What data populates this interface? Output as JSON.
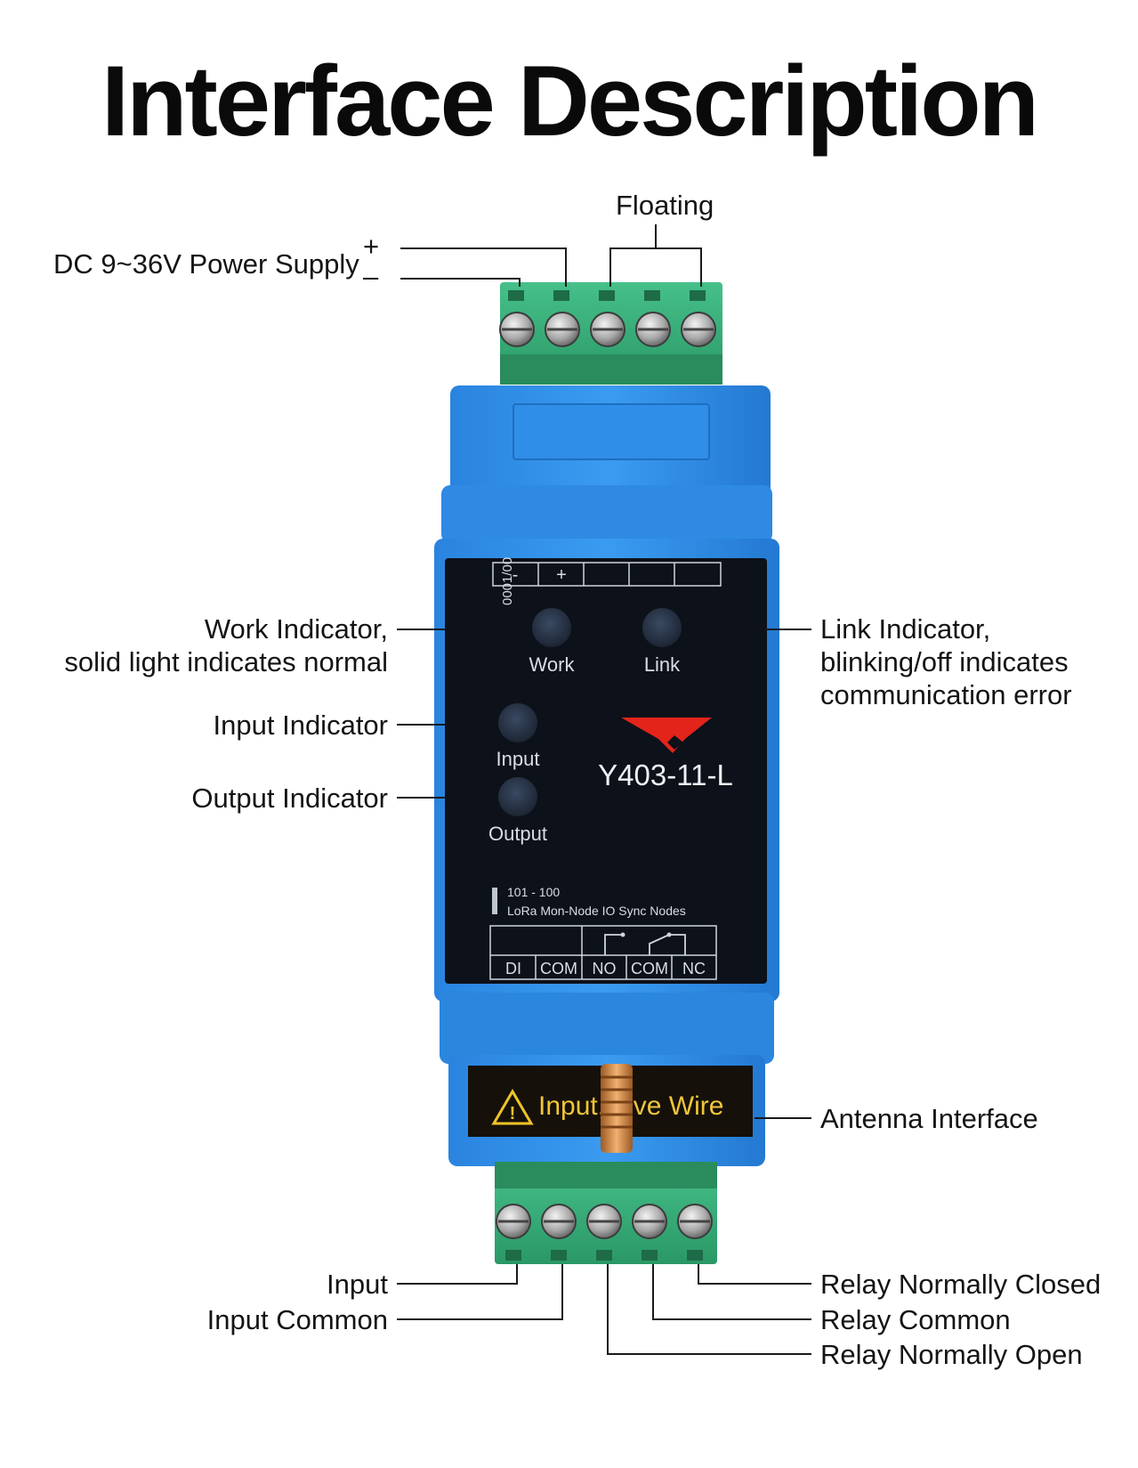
{
  "title": "Interface Description",
  "labels": {
    "floating": "Floating",
    "power_supply": "DC 9~36V Power Supply",
    "plus": "+",
    "minus": "–",
    "work_indicator_line1": "Work Indicator,",
    "work_indicator_line2": "solid light indicates normal",
    "input_indicator": "Input Indicator",
    "output_indicator": "Output Indicator",
    "link_indicator_line1": "Link Indicator,",
    "link_indicator_line2": "blinking/off indicates",
    "link_indicator_line3": "communication error",
    "antenna_interface": "Antenna Interface",
    "input": "Input",
    "input_common": "Input Common",
    "relay_nc": "Relay Normally Closed",
    "relay_common": "Relay Common",
    "relay_no": "Relay Normally Open"
  },
  "device": {
    "model": "Y403-11-L",
    "led_work": "Work",
    "led_link": "Link",
    "led_input": "Input",
    "led_output": "Output",
    "top_terminals": [
      "-",
      "+",
      "",
      "",
      ""
    ],
    "bottom_terminals": [
      "DI",
      "COM",
      "NO",
      "COM",
      "NC"
    ],
    "side_code": "0001/00",
    "small_line1": "101 - 100",
    "small_line2": "LoRa Mon-Node IO Sync Nodes",
    "warning": "Input, Live Wire"
  },
  "colors": {
    "housing_blue": "#2f8fe6",
    "terminal_green": "#37b07c",
    "panel_black": "#0d1119",
    "logo_red": "#e3241b",
    "antenna_gold": "#c9833c"
  }
}
